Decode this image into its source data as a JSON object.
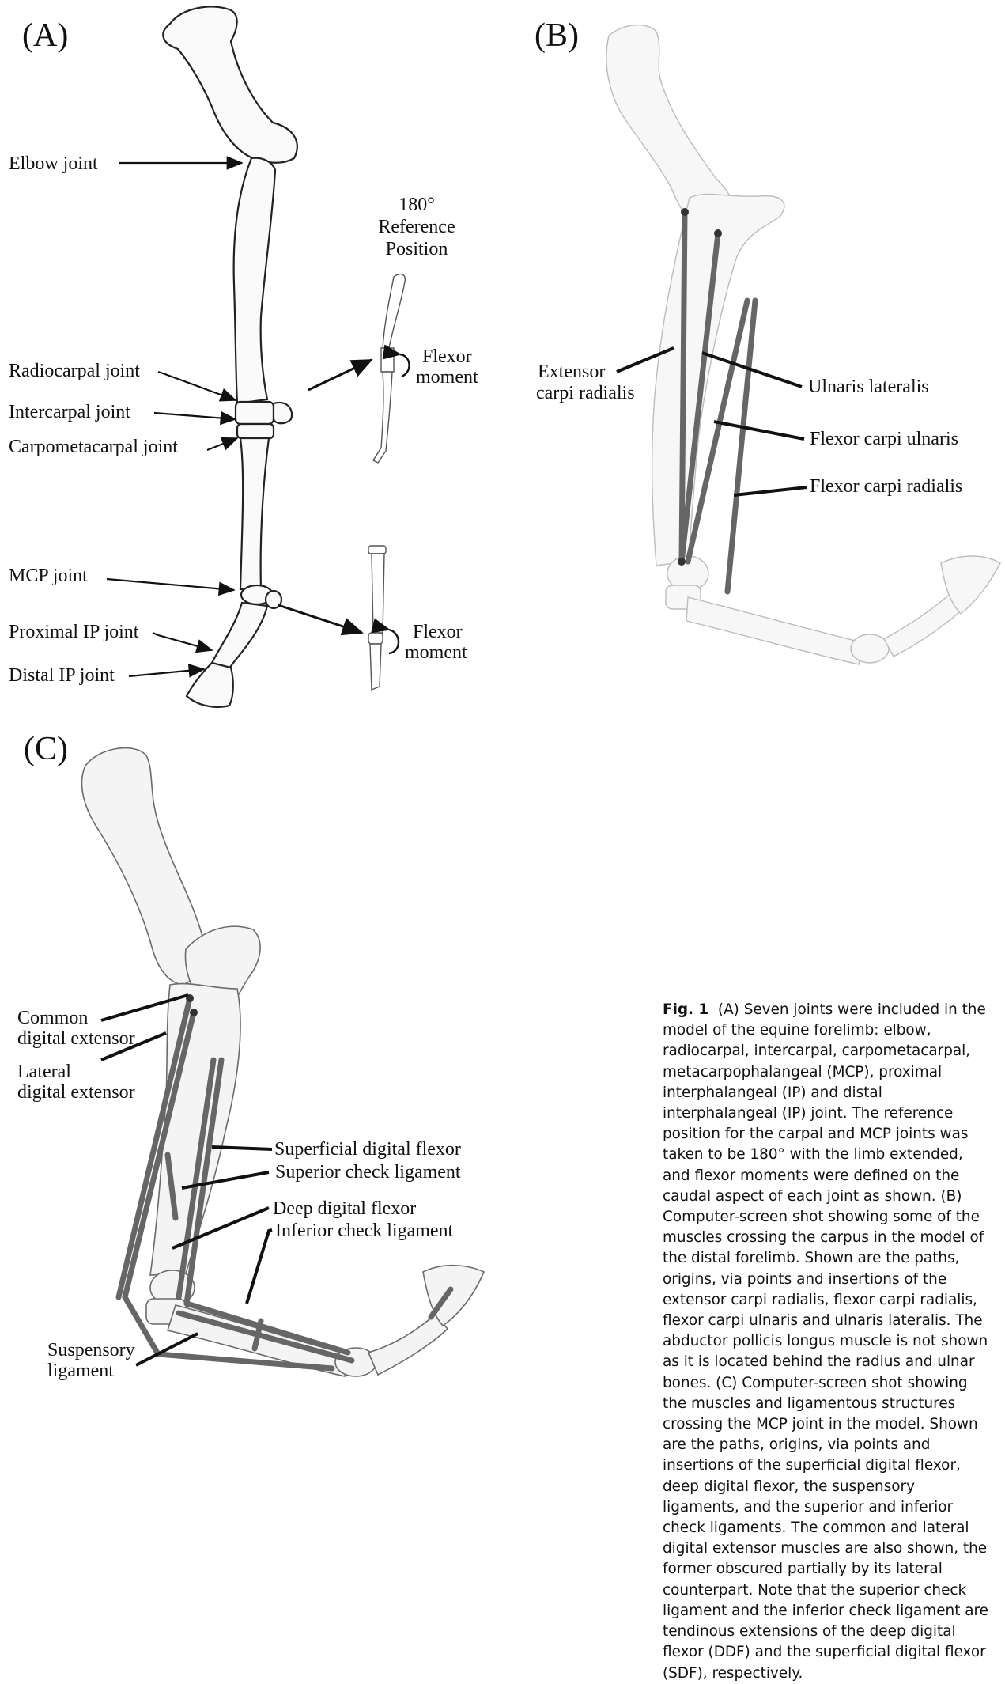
{
  "panels": {
    "a": {
      "label": "(A)",
      "labels": {
        "elbow": "Elbow joint",
        "radiocarpal": "Radiocarpal joint",
        "intercarpal": "Intercarpal joint",
        "carpometacarpal": "Carpometacarpal joint",
        "mcp": "MCP joint",
        "proximal_ip": "Proximal IP joint",
        "distal_ip": "Distal IP joint"
      },
      "reference": {
        "line1": "180°",
        "line2": "Reference",
        "line3": "Position"
      },
      "flexor_moment": {
        "line1": "Flexor",
        "line2": "moment"
      }
    },
    "b": {
      "label": "(B)",
      "labels": {
        "ecr_line1": "Extensor",
        "ecr_line2": "carpi radialis",
        "ul": "Ulnaris lateralis",
        "fcu": "Flexor carpi ulnaris",
        "fcr": "Flexor carpi radialis"
      }
    },
    "c": {
      "label": "(C)",
      "labels": {
        "cde_line1": "Common",
        "cde_line2": "digital extensor",
        "lde_line1": "Lateral",
        "lde_line2": "digital extensor",
        "sdf": "Superficial digital flexor",
        "scl": "Superior check ligament",
        "ddf": "Deep digital flexor",
        "icl": "Inferior check ligament",
        "susp_line1": "Suspensory",
        "susp_line2": "ligament"
      }
    }
  },
  "caption": {
    "fig": "Fig. 1",
    "text": "(A) Seven joints were included in the model of the equine forelimb: elbow, radiocarpal, intercarpal, carpometacarpal, metacarpophalangeal (MCP), proximal interphalangeal (IP) and distal interphalangeal (IP) joint. The reference position for the carpal and MCP joints was taken to be 180° with the limb extended, and flexor moments were defined on the caudal aspect of each joint as shown. (B) Computer-screen shot showing some of the muscles crossing the carpus in the model of the distal forelimb. Shown are the paths, origins, via points and insertions of the extensor carpi radialis, flexor carpi radialis, flexor carpi ulnaris and ulnaris lateralis. The abductor pollicis longus muscle is not shown as it is located behind the radius and ulnar bones. (C) Computer-screen shot showing the muscles and ligamentous structures crossing the MCP joint in the model. Shown are the paths, origins, via points and insertions of the superficial digital flexor, deep digital flexor, the suspensory ligaments, and the superior and inferior check ligaments. The common and lateral digital extensor muscles are also shown, the former obscured partially by its lateral counterpart. Note that the superior check ligament and the inferior check ligament are tendinous extensions of the deep digital flexor (DDF) and the superficial digital flexor (SDF), respectively."
  }
}
